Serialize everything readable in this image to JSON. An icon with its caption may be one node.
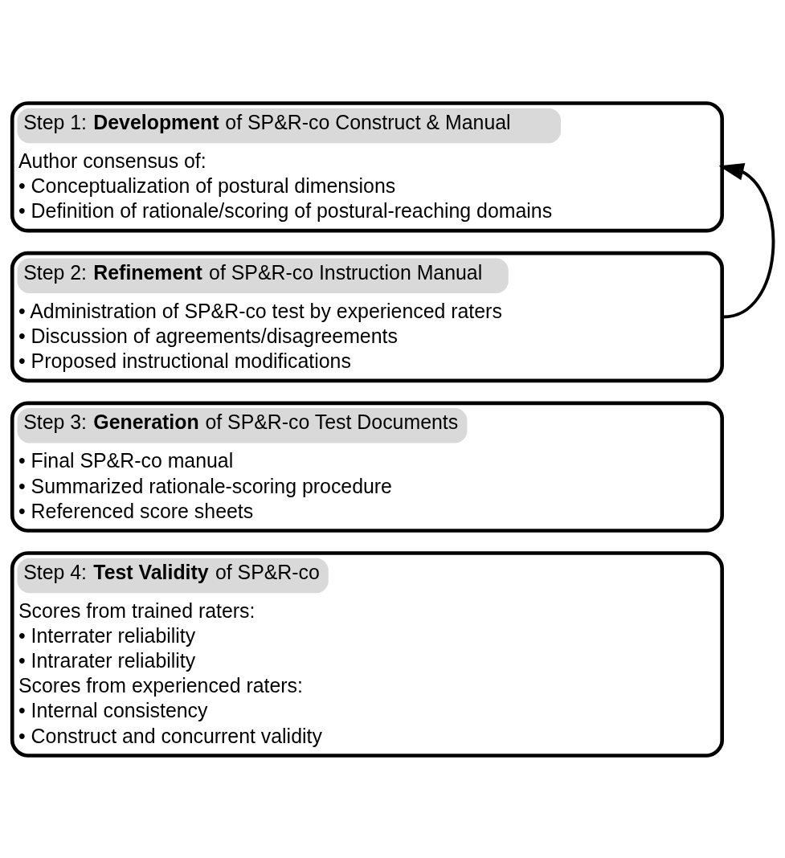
{
  "diagram": {
    "nodes": [
      {
        "text": [
          "Step 1: **Development** of SP&R-co Construct & Manual",
          "Author consensus of:",
          "• Conceptualization of postural dimensions",
          "• Definition of rationale/scoring of postural-reaching domains"
        ]
      },
      {
        "text": [
          "Step 2: **Refinement** of SP&R-co Instruction Manual",
          "• Administration of SP&R-co test by experienced raters",
          "• Discussion of agreements/disagreements",
          "• Proposed instructional modifications"
        ]
      },
      {
        "text": [
          "Step 3: **Generation** of SP&R-co Test Documents",
          "• Final SP&R-co manual",
          "• Summarized rationale-scoring procedure",
          "• Referenced score sheets"
        ]
      },
      {
        "text": [
          "Step 4: **Test Validity** of SP&R-co",
          "Scores from trained raters:",
          "• Interrater reliability",
          "• Intrarater reliability",
          "Scores from experienced raters:",
          "• Internal consistency",
          "• Construct and concurrent validity"
        ]
      }
    ],
    "edges": [
      {
        "from": 1,
        "to": 0,
        "arrow": "to"
      }
    ]
  }
}
